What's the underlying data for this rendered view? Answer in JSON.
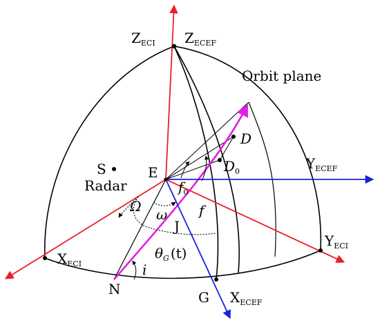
{
  "labels": {
    "z_eci": {
      "main": "Z",
      "sub": "ECI"
    },
    "z_ecef": {
      "main": "Z",
      "sub": "ECEF"
    },
    "orbit_plane": "Orbit plane",
    "d": "D",
    "d0": {
      "main": "D",
      "sub": "0"
    },
    "y_ecef": {
      "main": "Y",
      "sub": "ECEF"
    },
    "s": "S",
    "radar": "Radar",
    "e": "E",
    "f0": {
      "main": "f",
      "sub": "0"
    },
    "f": "f",
    "omega_cap": "Ω",
    "omega_small": "ω",
    "j": "J",
    "y_eci": {
      "main": "Y",
      "sub": "ECI"
    },
    "x_eci": {
      "main": "X",
      "sub": "ECI"
    },
    "theta": {
      "main": "θ",
      "sub": "G",
      "rest": "(t)"
    },
    "i": "i",
    "n": "N",
    "g": "G",
    "x_ecef": {
      "main": "X",
      "sub": "ECEF"
    }
  },
  "colors": {
    "eci_axes": "#e8202a",
    "ecef_axes": "#1a20e0",
    "orbit": "#e020e0",
    "outline": "#000000"
  }
}
